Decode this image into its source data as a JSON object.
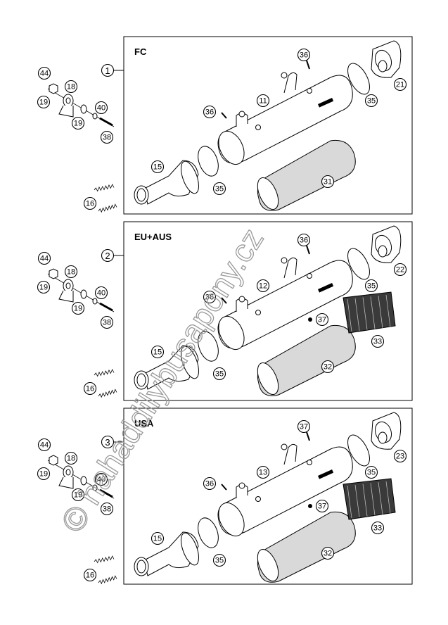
{
  "panels": [
    {
      "index": "1",
      "title": "FC",
      "mount_labels": [
        "44",
        "18",
        "19",
        "40",
        "19",
        "38"
      ],
      "spring_label": "16",
      "labels": {
        "screw_top": "36",
        "silencer": "11",
        "screw_left": "36",
        "end_cap": "21",
        "gasket_right": "35",
        "inlet": "15",
        "gasket_left": "35",
        "insert": "31"
      }
    },
    {
      "index": "2",
      "title": "EU+AUS",
      "mount_labels": [
        "44",
        "18",
        "19",
        "40",
        "19",
        "38"
      ],
      "spring_label": "16",
      "labels": {
        "screw_top": "36",
        "silencer": "12",
        "screw_left": "36",
        "end_cap": "22",
        "gasket_right": "35",
        "inlet": "15",
        "gasket_left": "35",
        "insert": "32",
        "screw_mid": "37",
        "mesh": "33"
      }
    },
    {
      "index": "3",
      "title": "USA",
      "mount_labels": [
        "44",
        "18",
        "19",
        "40",
        "19",
        "38"
      ],
      "spring_label": "16",
      "labels": {
        "screw_top": "37",
        "silencer": "13",
        "screw_left": "36",
        "end_cap": "23",
        "gasket_right": "35",
        "inlet": "15",
        "gasket_left": "35",
        "insert": "32",
        "screw_mid": "37",
        "mesh": "33"
      }
    }
  ],
  "watermark": "© hahaddilybusapony.cz",
  "colors": {
    "line": "#000000",
    "background": "#ffffff",
    "watermark": "#9a9a9a"
  }
}
